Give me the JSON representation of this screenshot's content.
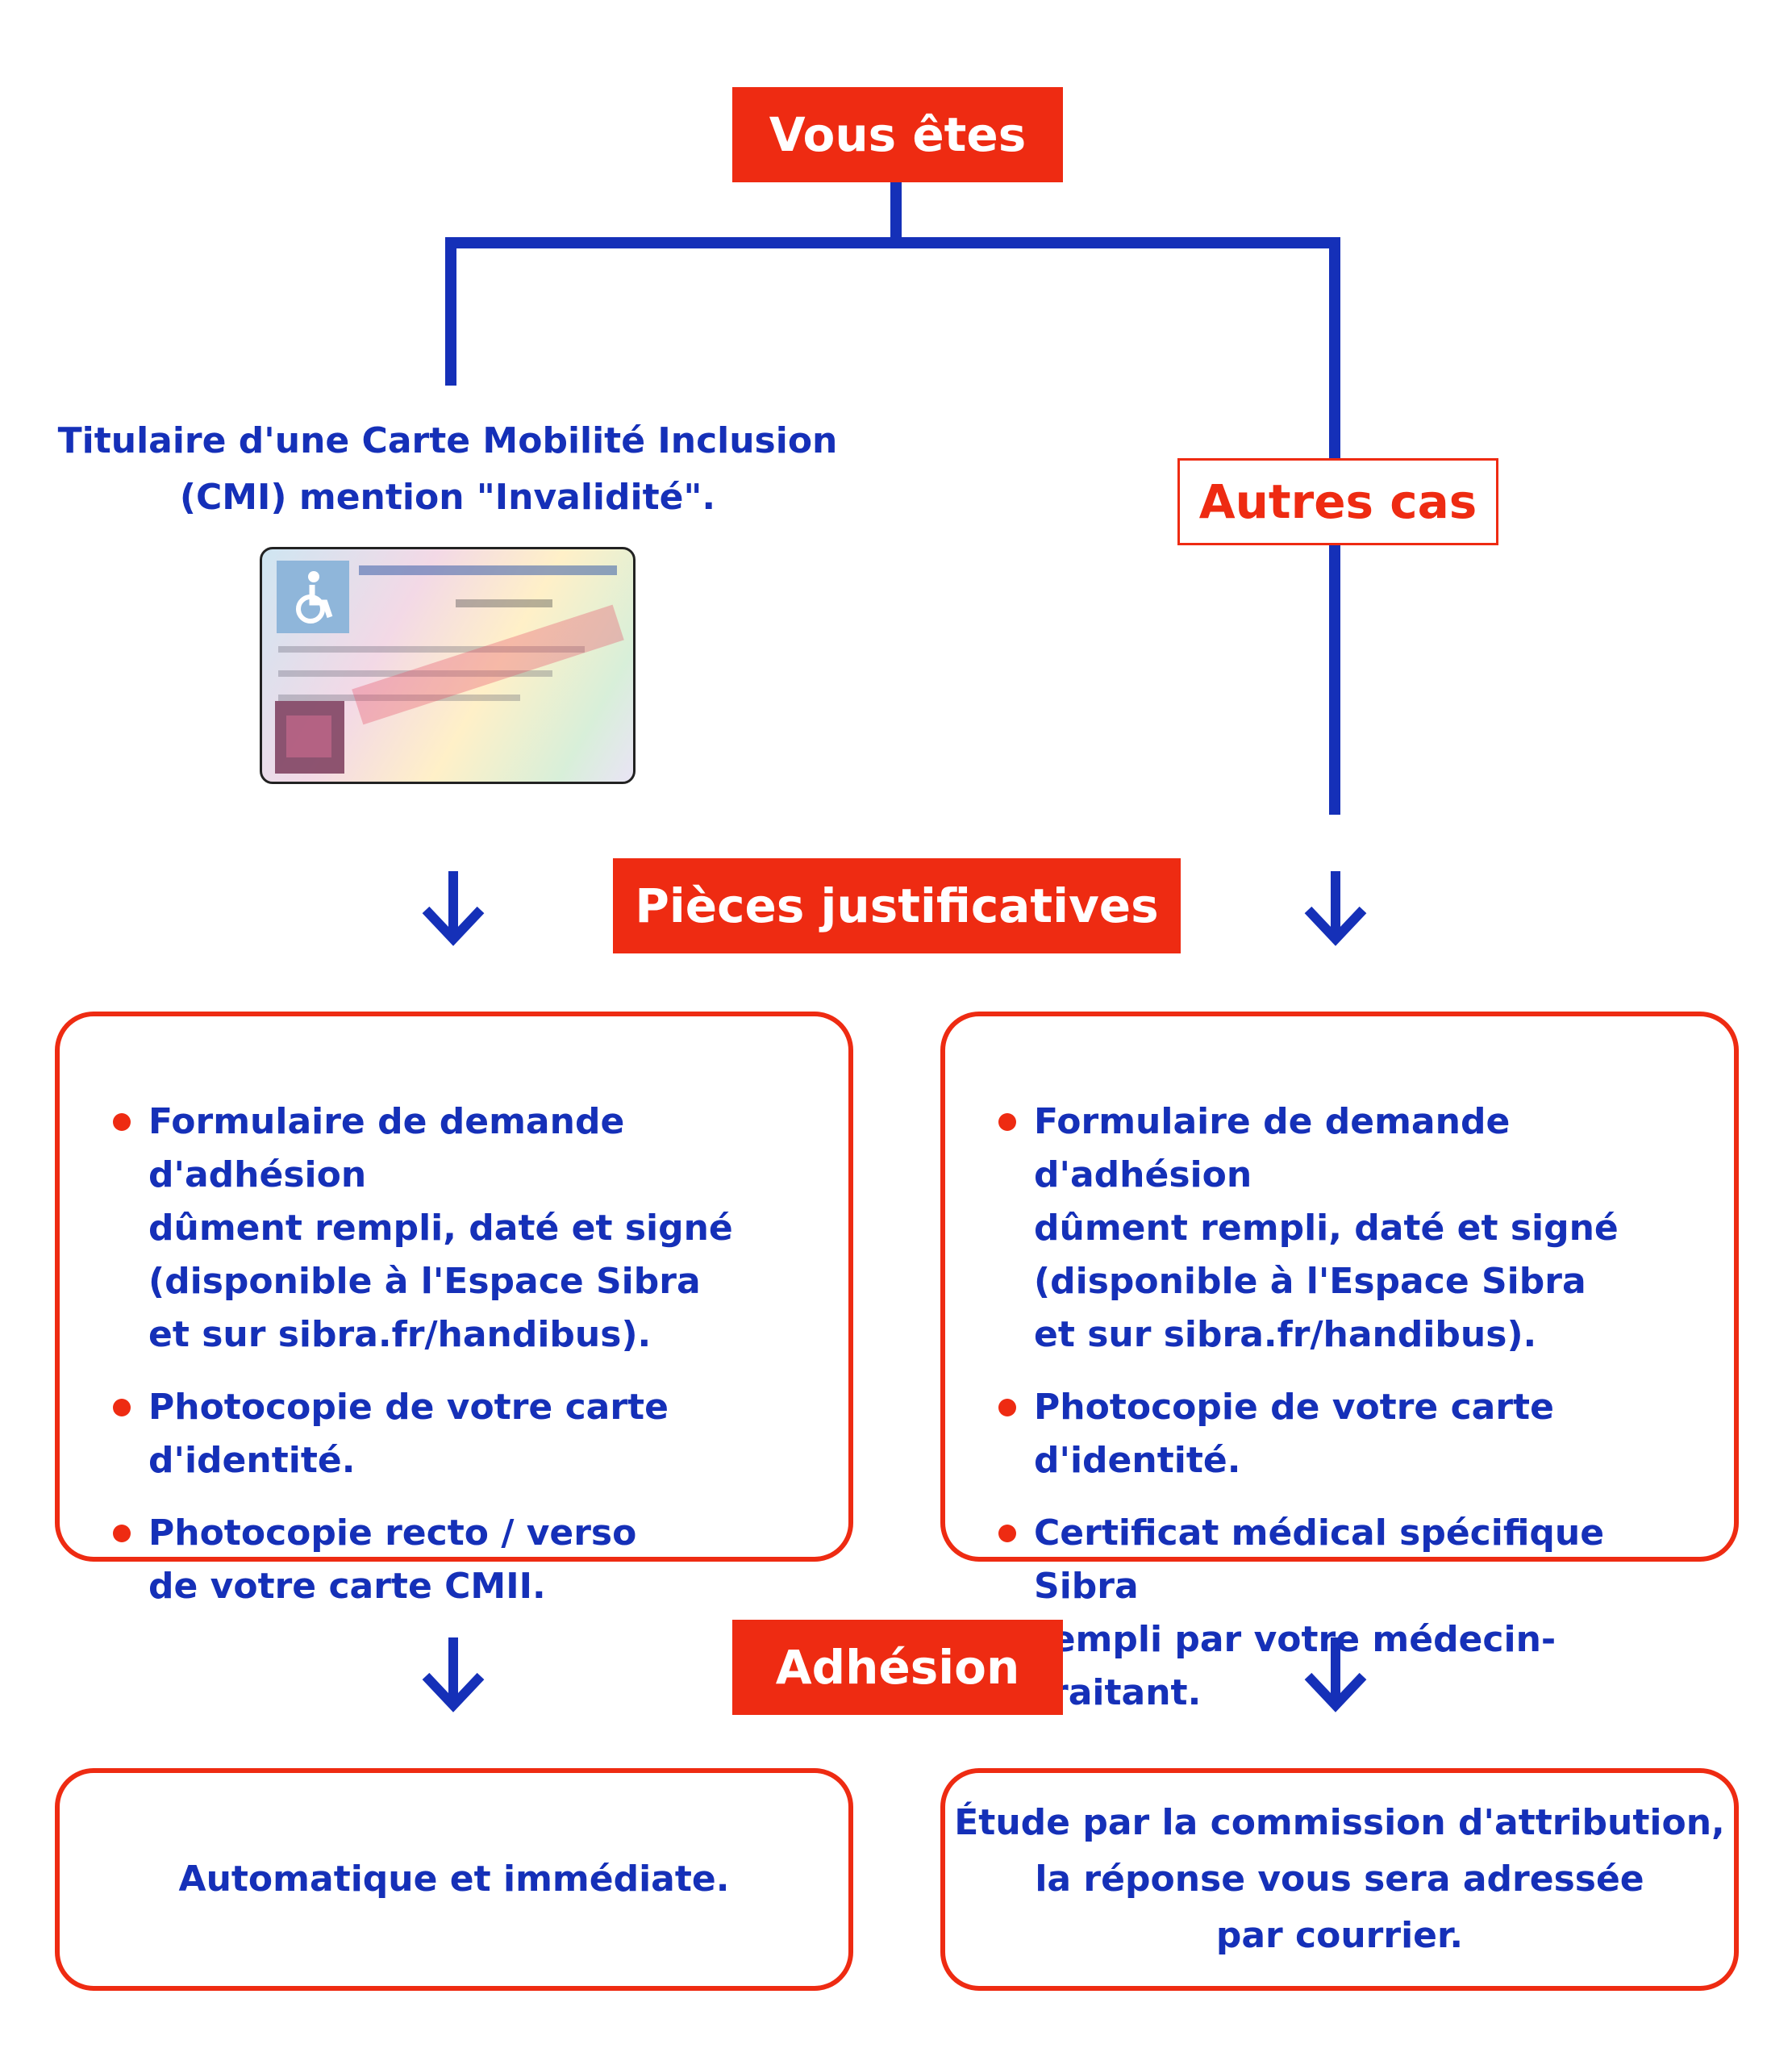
{
  "colors": {
    "red": "#ee2b12",
    "blue": "#1530b8",
    "background": "#ffffff"
  },
  "header": {
    "title": "Vous êtes"
  },
  "left_branch": {
    "condition": "Titulaire d'une Carte Mobilité Inclusion\n(CMI) mention \"Invalidité\".",
    "card_image": "cmi-card-image"
  },
  "right_branch": {
    "condition": "Autres cas"
  },
  "pieces": {
    "title": "Pièces justificatives",
    "left_items": [
      "Formulaire de demande d'adhésion\ndûment rempli, daté et signé\n(disponible à l'Espace Sibra\net sur sibra.fr/handibus).",
      "Photocopie de votre carte d'identité.",
      "Photocopie recto / verso\nde votre carte CMII."
    ],
    "right_items": [
      "Formulaire de demande d'adhésion\ndûment rempli, daté et signé\n(disponible à l'Espace Sibra\net sur sibra.fr/handibus).",
      "Photocopie de votre carte d'identité.",
      "Certificat médical spécifique Sibra\nrempli par votre médecin-traitant."
    ]
  },
  "adhesion": {
    "title": "Adhésion",
    "left_result": "Automatique et immédiate.",
    "right_result": "Étude par la commission d'attribution,\nla réponse vous sera adressée\npar courrier."
  },
  "icons": {
    "arrow": "arrow-down-icon",
    "bullet": "bullet-dot-icon"
  }
}
